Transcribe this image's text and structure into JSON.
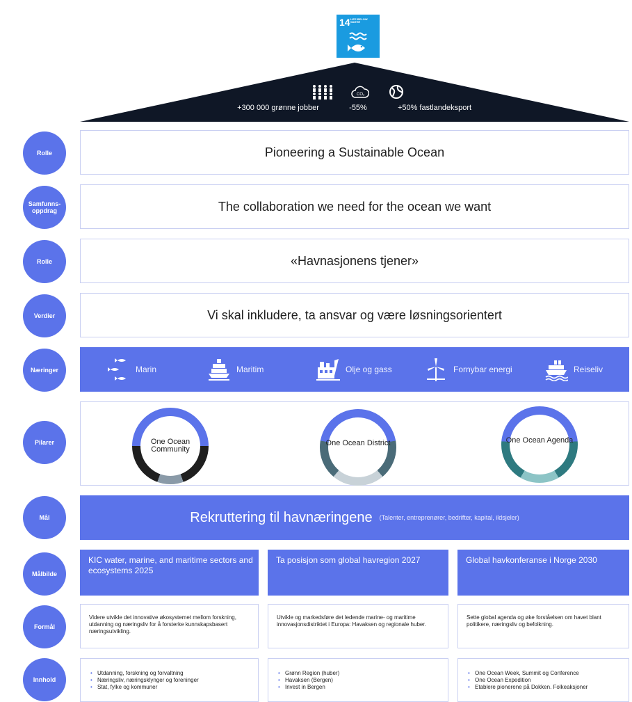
{
  "sdg": {
    "number": "14",
    "label": "LIFE BELOW WATER",
    "color": "#1a9be0"
  },
  "roof": {
    "stats": [
      {
        "icon": "people-icon",
        "text": "+300 000 grønne jobber"
      },
      {
        "icon": "co2-icon",
        "text": "-55%"
      },
      {
        "icon": "globe-icon",
        "text": "+50% fastlandeksport"
      }
    ]
  },
  "rows": {
    "rolle1": {
      "tag": "Rolle",
      "text": "Pioneering a Sustainable Ocean"
    },
    "samfunnsoppdrag": {
      "tag": "Samfunns-oppdrag",
      "text": "The collaboration we need for the ocean we want"
    },
    "rolle2": {
      "tag": "Rolle",
      "text": "«Havnasjonens tjener»"
    },
    "verdier": {
      "tag": "Verdier",
      "text": "Vi skal inkludere, ta ansvar og være løsningsorientert"
    },
    "naeringer": {
      "tag": "Næringer",
      "items": [
        {
          "icon": "fish-icon",
          "label": "Marin"
        },
        {
          "icon": "ship-icon",
          "label": "Maritim"
        },
        {
          "icon": "oil-platform-icon",
          "label": "Olje og gass"
        },
        {
          "icon": "wind-turbine-icon",
          "label": "Fornybar energi"
        },
        {
          "icon": "cruise-ship-icon",
          "label": "Reiseliv"
        }
      ]
    },
    "pilarer": {
      "tag": "Pilarer",
      "items": [
        "One Ocean Community",
        "One Ocean District",
        "One Ocean Agenda"
      ]
    },
    "mal": {
      "tag": "Mål",
      "main": "Rekruttering til havnæringene",
      "sub": "(Talenter, entreprenører, bedrifter, kapital, ildsjeler)"
    },
    "malbilde": {
      "tag": "Målbilde",
      "items": [
        "KIC water, marine, and maritime sectors and ecosystems 2025",
        "Ta posisjon som global havregion 2027",
        "Global havkonferanse i Norge 2030"
      ]
    },
    "formal": {
      "tag": "Formål",
      "items": [
        "Videre utvikle det innovative økosystemet mellom forskning, utdanning og næringsliv for å forsterke kunnskapsbasert næringsutvikling.",
        "Utvikle og markedsføre det ledende marine- og maritime innovasjonsdistriktet i Europa: Havaksen og regionale huber.",
        "Sette global agenda og øke forståelsen om havet blant politikere, næringsliv og befolkning."
      ]
    },
    "innhold": {
      "tag": "Innhold",
      "columns": [
        [
          "Utdanning, forskning og forvaltning",
          "Næringsliv, næringsklynger og foreninger",
          "Stat, fylke og kommuner"
        ],
        [
          "Grønn Region (huber)",
          "Havaksen (Bergen)",
          "Invest in Bergen"
        ],
        [
          "One Ocean Week, Summit og Conference",
          "One Ocean Expedition",
          "Etablere pionerene på Dokken. Folkeaksjoner"
        ]
      ]
    }
  },
  "colors": {
    "accent": "#5b73ea",
    "roof": "#0f1726",
    "border": "#c9cff2"
  }
}
